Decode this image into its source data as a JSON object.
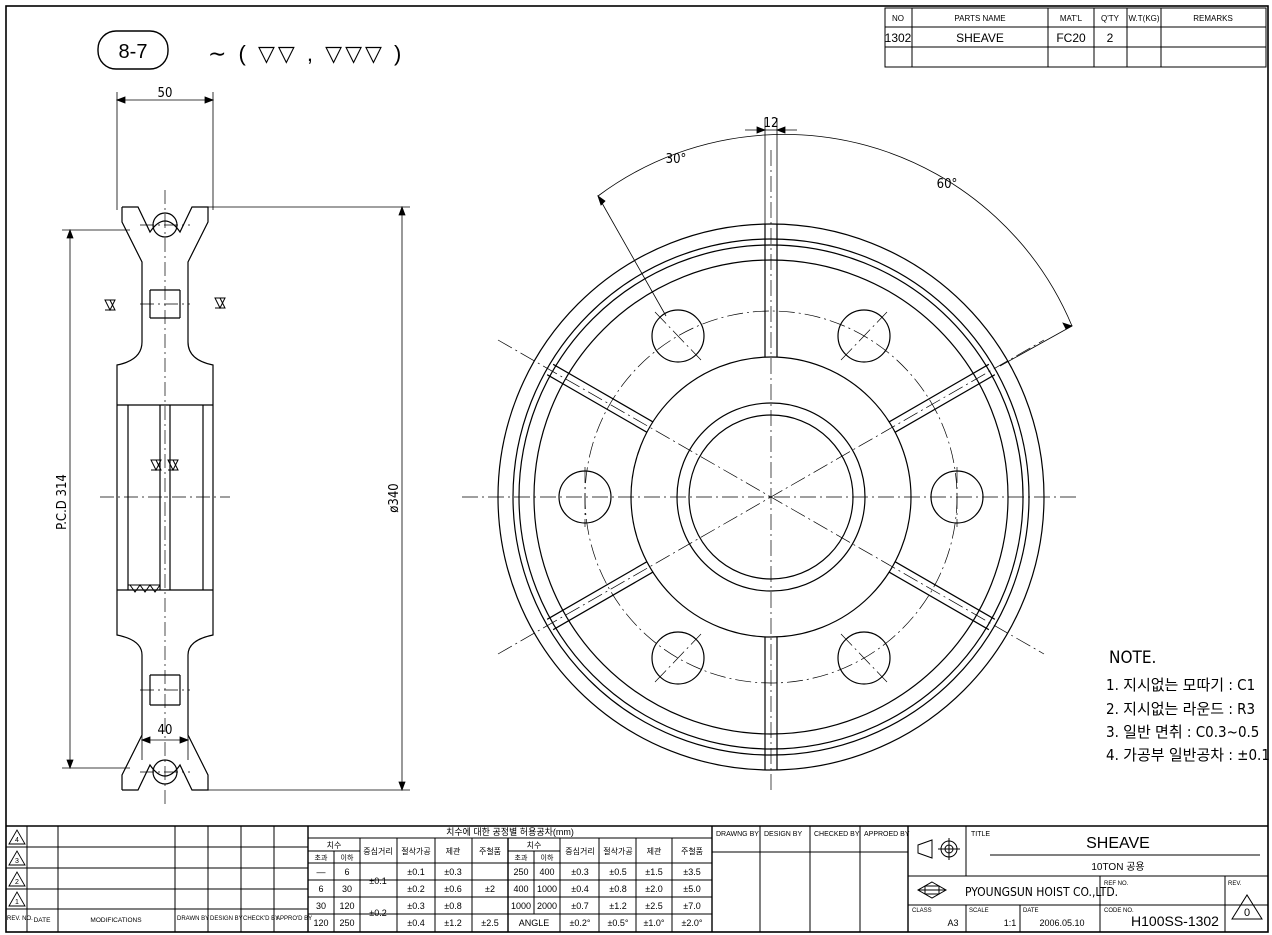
{
  "header": {
    "tag": "8-7",
    "surface_symbol": "∼ ( ▽▽ , ▽▽▽ )"
  },
  "parts_table": {
    "headers": [
      "NO",
      "PARTS NAME",
      "MAT'L",
      "Q'TY",
      "W.T(KG)",
      "REMARKS"
    ],
    "rows": [
      [
        "1302",
        "SHEAVE",
        "FC20",
        "2",
        "",
        ""
      ]
    ]
  },
  "dimensions": {
    "width_50": "50",
    "hub_40": "40",
    "pcd": "P.C.D 314",
    "dia": "ø340",
    "spoke_12": "12",
    "angle_30": "30°",
    "angle_60": "60°"
  },
  "notes": {
    "title": "NOTE.",
    "items": [
      "1. 지시없는 모따기 : C1",
      "2. 지시없는 라운드 : R3",
      "3. 일반 면취 : C0.3~0.5",
      "4. 가공부 일반공차 : ±0.1"
    ]
  },
  "tolerance_table": {
    "title": "치수에 대한 공정별 허용공차(mm)",
    "headers": [
      "치수",
      "중심거리",
      "절삭가공",
      "제관",
      "주철품"
    ],
    "sub_headers": [
      "초과",
      "이하"
    ],
    "left_rows": [
      [
        "—",
        "6",
        "",
        "±0.1",
        "±0.3",
        ""
      ],
      [
        "6",
        "30",
        "±0.1",
        "±0.2",
        "±0.6",
        "±2"
      ],
      [
        "30",
        "120",
        "",
        "±0.3",
        "±0.8",
        ""
      ],
      [
        "120",
        "250",
        "±0.2",
        "±0.4",
        "±1.2",
        "±2.5"
      ]
    ],
    "right_rows": [
      [
        "250",
        "400",
        "±0.3",
        "±0.5",
        "±1.5",
        "±3.5"
      ],
      [
        "400",
        "1000",
        "±0.4",
        "±0.8",
        "±2.0",
        "±5.0"
      ],
      [
        "1000",
        "2000",
        "±0.7",
        "±1.2",
        "±2.5",
        "±7.0"
      ],
      [
        "ANGLE",
        "",
        "±0.2°",
        "±0.5°",
        "±1.0°",
        "±2.0°"
      ]
    ]
  },
  "revision_block": {
    "headers": [
      "REV. NO.",
      "DATE",
      "MODIFICATIONS",
      "DRAWN BY",
      "DESIGN BY",
      "CHECK'D BY",
      "APPRO'D BY"
    ]
  },
  "signoff": {
    "labels": [
      "DRAWNG BY",
      "DESIGN BY",
      "CHECKED BY",
      "APPROED BY"
    ]
  },
  "title_block": {
    "title_label": "TITLE",
    "title": "SHEAVE",
    "subtitle": "10TON 공용",
    "company": "PYOUNGSUN HOIST CO.,LTD.",
    "ref_label": "REF NO.",
    "rev_label": "REV.",
    "rev": "0",
    "class_label": "CLASS",
    "class": "A3",
    "scale_label": "SCALE",
    "scale": "1:1",
    "date_label": "DATE",
    "date": "2006.05.10",
    "code_label": "CODE NO.",
    "code": "H100SS-1302"
  }
}
